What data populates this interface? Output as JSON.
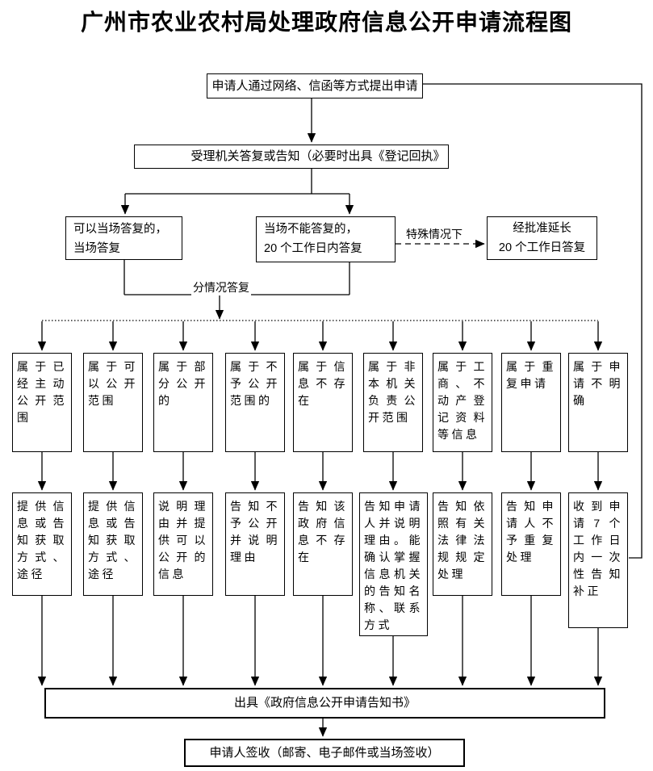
{
  "title": "广州市农业农村局处理政府信息公开申请流程图",
  "flow": {
    "apply": "申请人通过网络、信函等方式提出申请",
    "accept": "受理机关答复或告知（必要时出具《登记回执》",
    "onsite_reply": "可以当场答复的，\n当场答复",
    "delayed_reply": "当场不能答复的，\n20 个工作日内答复",
    "extended_reply": "经批准延长\n20 个工作日答复",
    "special_label": "特殊情况下",
    "split_label": "分情况答复",
    "issue_notice": "出具《政府信息公开申请告知书》",
    "sign_receipt": "申请人签收（邮寄、电子邮件或当场签收）"
  },
  "columns": [
    {
      "category": "属于已经主动公开范围",
      "result": "提供信息或告知获取方式、途径"
    },
    {
      "category": "属于可以公开范围",
      "result": "提供信息或告知获取方式、途径"
    },
    {
      "category": "属于部分公开的",
      "result": "说明理由并提供可以公开的信息"
    },
    {
      "category": "属于不予公开范围的",
      "result": "告知不予公开并说明理由"
    },
    {
      "category": "属于信息不存在",
      "result": "告知该政府信息不存在"
    },
    {
      "category": "属于非本机关负责公开范围",
      "result": "告知申请人并说明理由。能确认掌握信息机关的告知名称、联系方式"
    },
    {
      "category": "属于工商、不动产登记资料等信息",
      "result": "告知依照有关法律法规规定处理"
    },
    {
      "category": "属于重复申请",
      "result": "告知申请人不予重复处理"
    },
    {
      "category": "属于申请不明确",
      "result": "收到申请7个工作日内一次性告知补正"
    }
  ]
}
